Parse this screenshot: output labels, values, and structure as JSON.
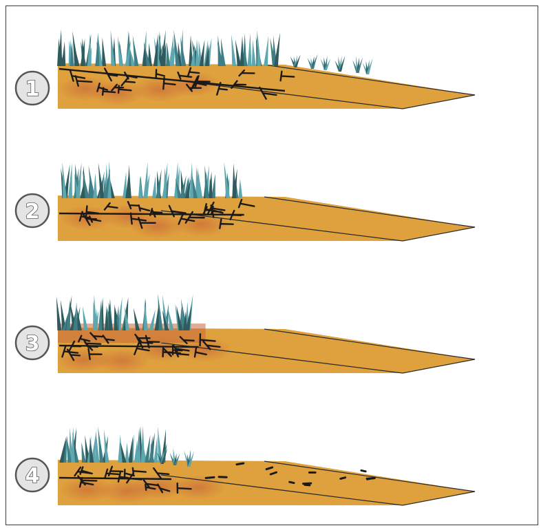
{
  "panels": [
    {
      "number": "1",
      "grass_extent": 1.0,
      "sparse_tufts": true,
      "root_style": "deep",
      "stage": 1
    },
    {
      "number": "2",
      "grass_extent": 0.82,
      "sparse_tufts": false,
      "root_style": "mid",
      "stage": 2
    },
    {
      "number": "3",
      "grass_extent": 0.62,
      "sparse_tufts": false,
      "root_style": "cliff",
      "stage": 3
    },
    {
      "number": "4",
      "grass_extent": 0.5,
      "sparse_tufts": true,
      "root_style": "fragments",
      "stage": 4
    }
  ],
  "colors": {
    "soil": "#e2a33a",
    "soil_dark": "#c98a2c",
    "soil_red": "#c7683a",
    "grass_dark": "#2f5b5e",
    "grass_mid": "#3f7e85",
    "grass_light": "#5fa7ae",
    "root": "#1a1a1a",
    "badge_fill": "#e4e4e4",
    "badge_stroke": "#555555"
  }
}
